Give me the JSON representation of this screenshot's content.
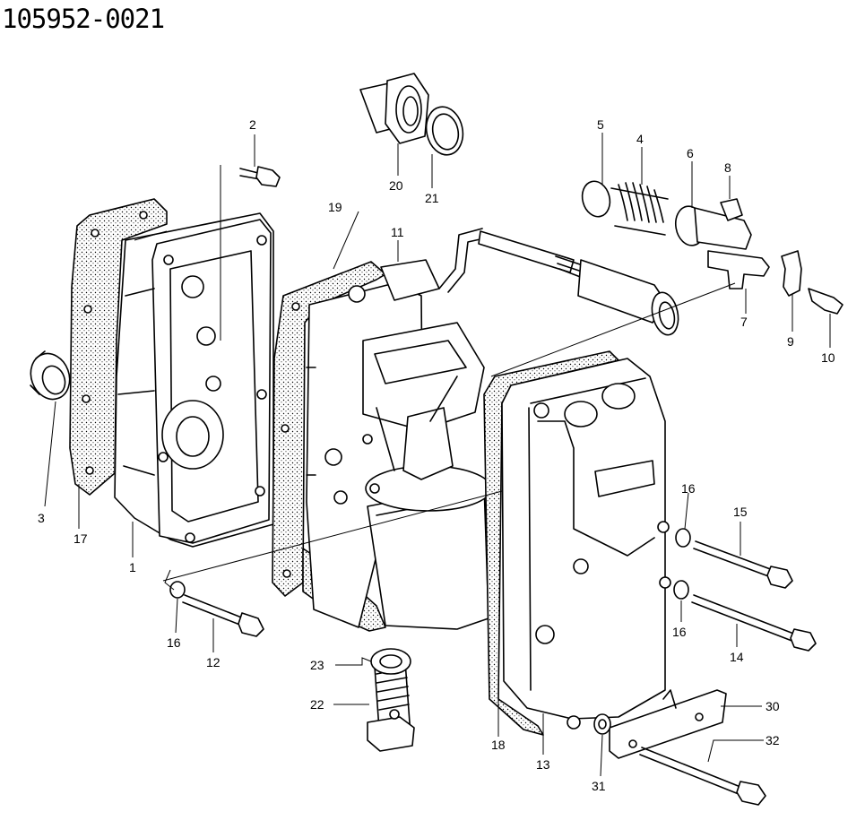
{
  "document": {
    "part_number": "105952-0021"
  },
  "callouts": {
    "c1": "1",
    "c2": "2",
    "c3": "3",
    "c4": "4",
    "c5": "5",
    "c6": "6",
    "c7": "7",
    "c8": "8",
    "c9": "9",
    "c10": "10",
    "c11": "11",
    "c12": "12",
    "c13": "13",
    "c14": "14",
    "c15": "15",
    "c16a": "16",
    "c16b": "16",
    "c16c": "16",
    "c17": "17",
    "c18": "18",
    "c19": "19",
    "c20": "20",
    "c21": "21",
    "c22": "22",
    "c23": "23",
    "c30": "30",
    "c31": "31",
    "c32": "32"
  }
}
